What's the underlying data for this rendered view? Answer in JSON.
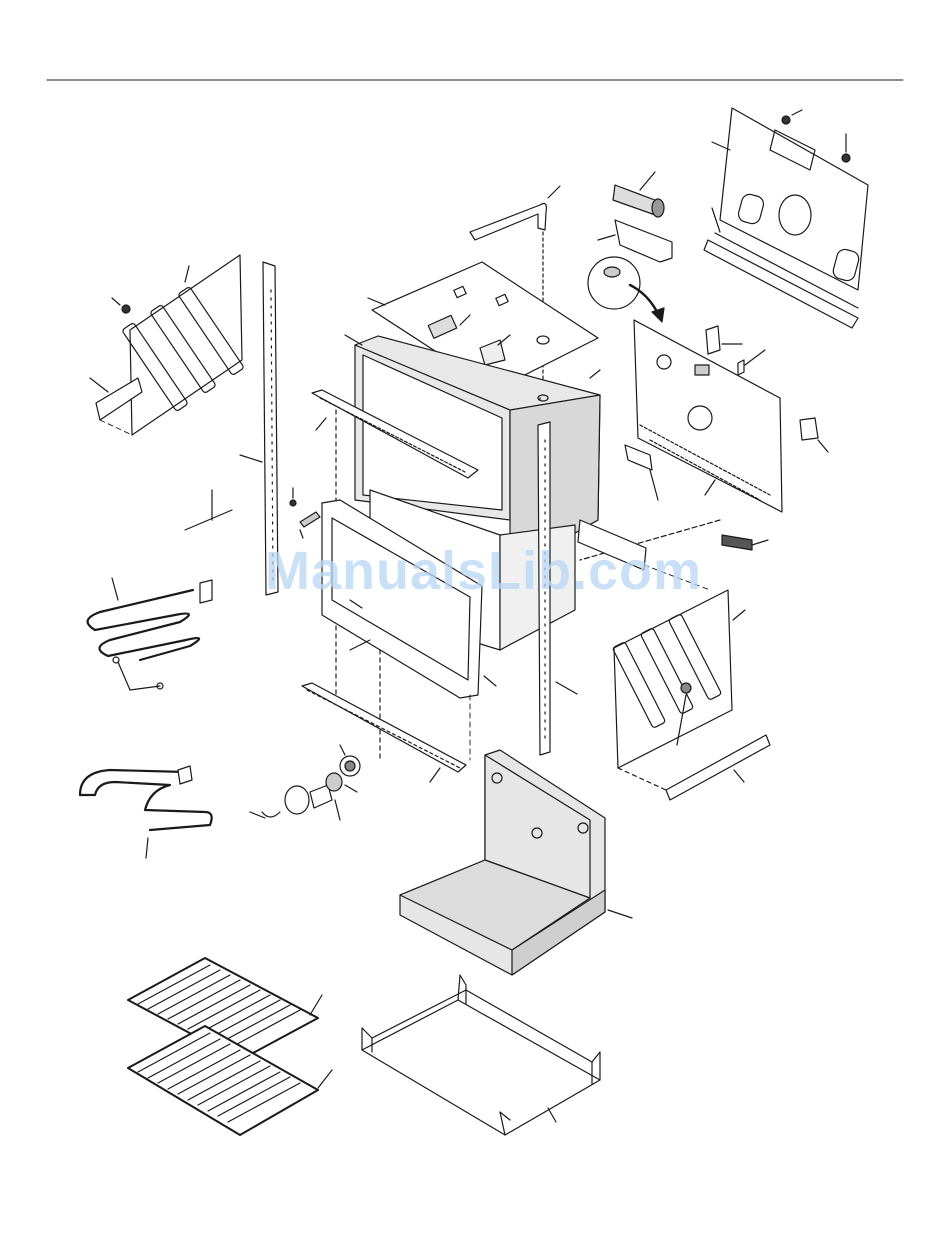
{
  "watermark": {
    "text": "ManualsLib.com"
  },
  "colors": {
    "line": "#1a1a1a",
    "cavity_fill": "#e8e8e8",
    "base_fill": "#e6e6e6",
    "watermark": "#b9d6f3"
  },
  "parts": [
    "top-rule",
    "rear-panel",
    "rear-panel-bracket",
    "element-bracket",
    "blower-motor",
    "thermostat-bulb",
    "top-cover-panel",
    "vent-tube",
    "oven-cavity",
    "side-panel-left",
    "side-panel-bracket-left",
    "side-trim-left",
    "side-trim-right",
    "front-trim-top",
    "front-frame",
    "lower-front-trim",
    "sensor",
    "bake-element",
    "broil-element",
    "lamp-assembly",
    "control-back-panel",
    "wiring-clips",
    "terminal-block",
    "side-panel-right",
    "bracket-right",
    "base-support",
    "rack-upper",
    "rack-lower",
    "bottom-tray"
  ]
}
